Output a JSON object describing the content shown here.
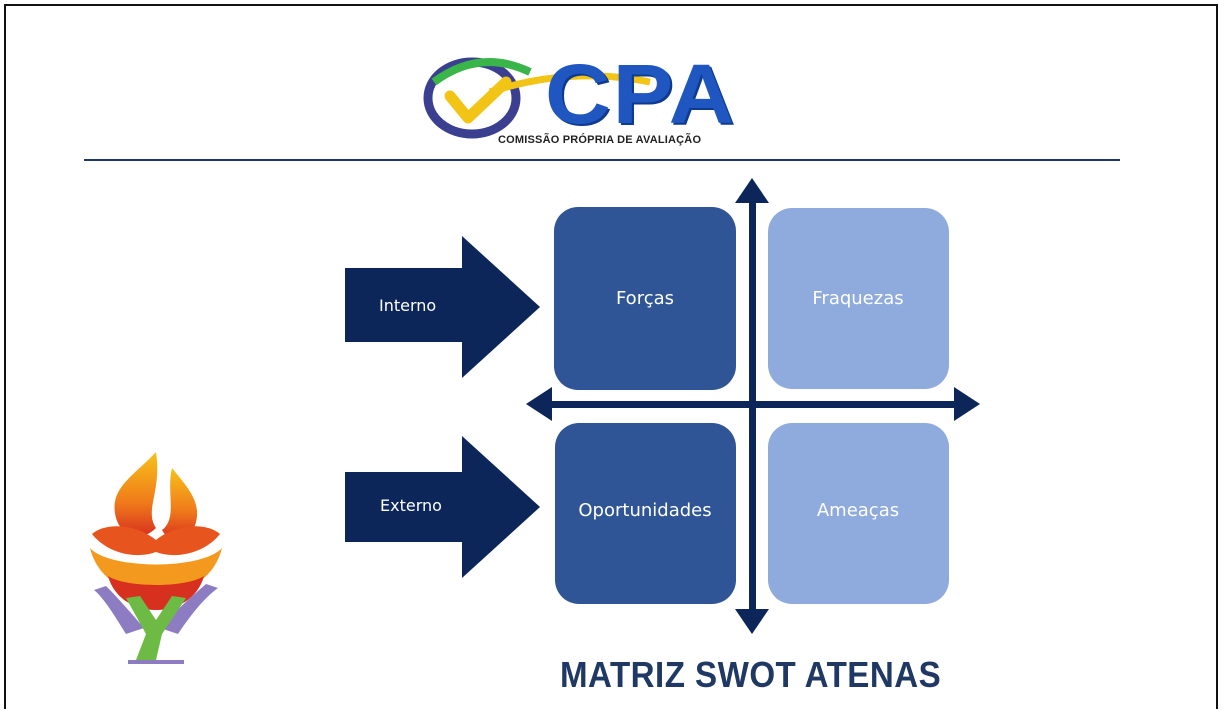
{
  "logo": {
    "text": "CPA",
    "subtitle": "COMISSÃO PRÓPRIA DE AVALIAÇÃO"
  },
  "swot": {
    "internal_label": "Interno",
    "external_label": "Externo",
    "quadrants": [
      {
        "label": "Forças"
      },
      {
        "label": "Fraquezas"
      },
      {
        "label": "Oportunidades"
      },
      {
        "label": "Ameaças"
      }
    ]
  },
  "title": "MATRIZ SWOT ATENAS",
  "colors": {
    "dark_navy": "#0d2659",
    "strong_blue": "#2f5597",
    "light_blue": "#8faadc",
    "title_blue": "#1f3864"
  }
}
